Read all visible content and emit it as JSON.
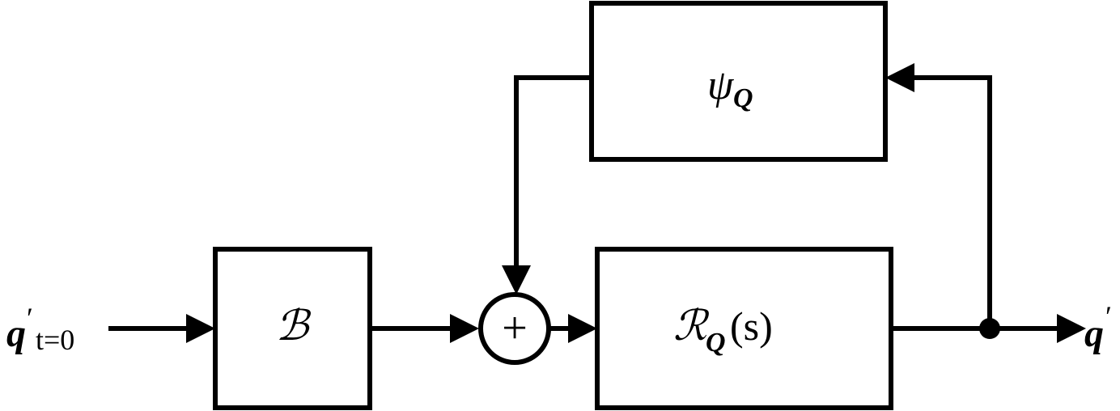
{
  "colors": {
    "stroke": "#000000",
    "background": "#ffffff"
  },
  "input": {
    "symbol": "q",
    "prime": "′",
    "subscript": "t=0"
  },
  "output": {
    "symbol": "q",
    "prime": "′"
  },
  "blocks": {
    "b": {
      "label": "ℬ"
    },
    "r": {
      "main": "ℛ",
      "sub": "Q",
      "arg": "(s)"
    },
    "psi": {
      "main": "ψ",
      "sub": "Q"
    }
  },
  "summer": {
    "symbol": "+"
  }
}
